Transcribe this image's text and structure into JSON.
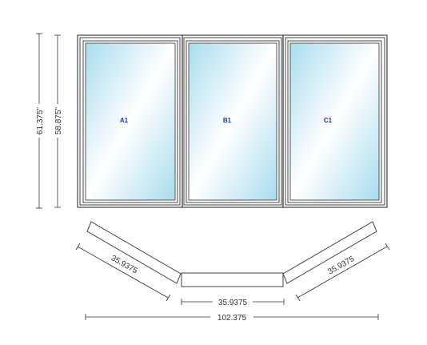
{
  "colors": {
    "frame": "#444444",
    "glass_light": "#ffffff",
    "glass_dark": "#a9dcee",
    "label": "#2036b8",
    "dim_line": "#333333"
  },
  "panels": [
    {
      "label": "A1"
    },
    {
      "label": "B1"
    },
    {
      "label": "C1"
    }
  ],
  "dimensions": {
    "overall_height": "61.375\"",
    "unit_height": "58.875\"",
    "left_side_width": "35.9375",
    "center_width": "35.9375",
    "right_side_width": "35.9375",
    "overall_width": "102.375"
  }
}
